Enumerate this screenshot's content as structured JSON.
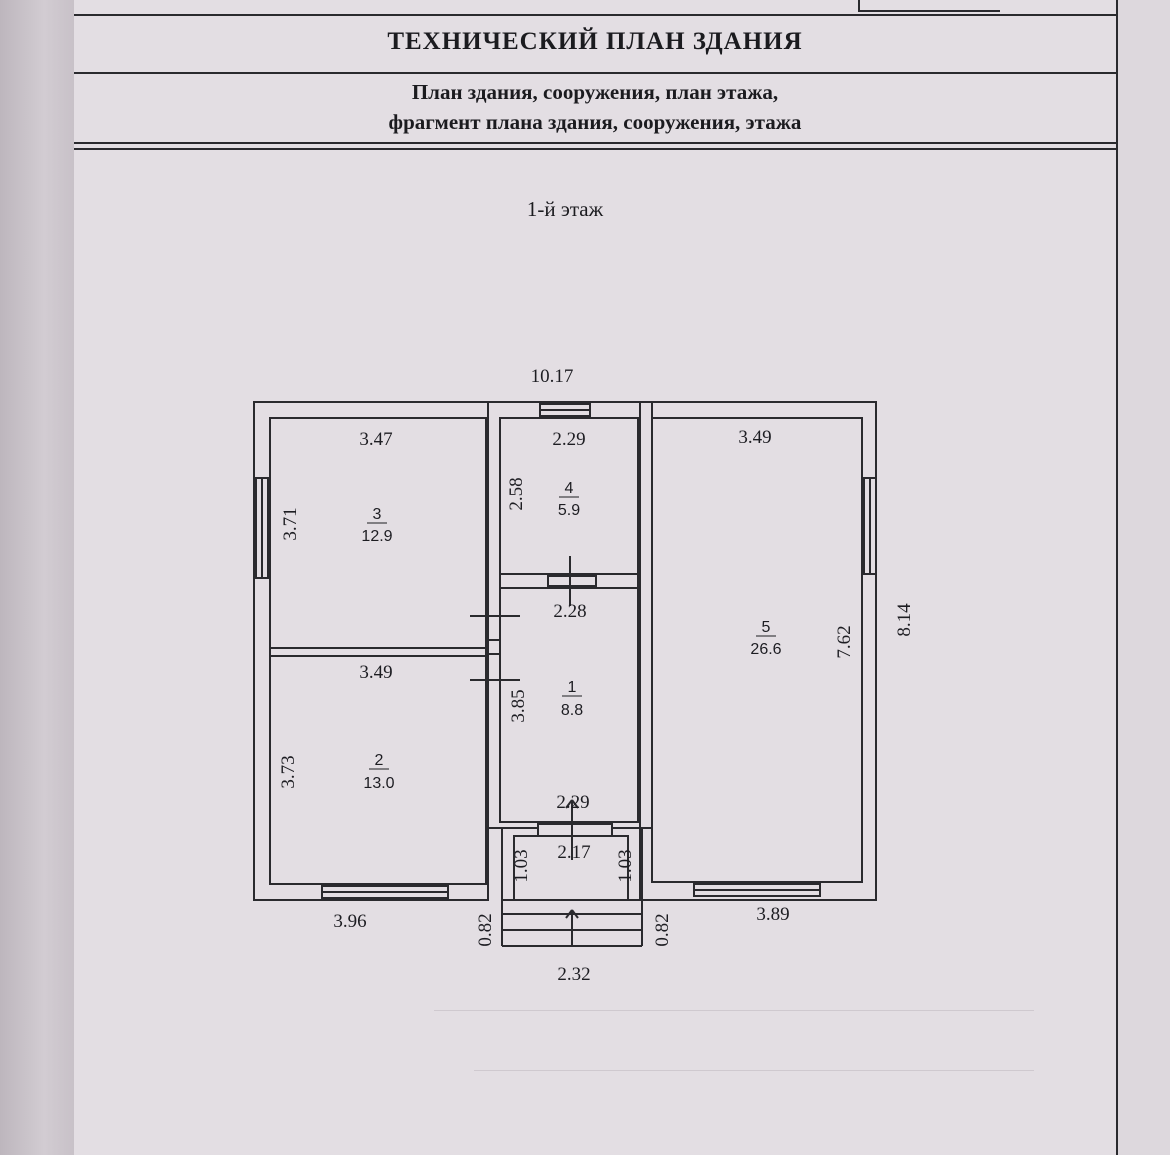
{
  "header": {
    "title": "ТЕХНИЧЕСКИЙ ПЛАН ЗДАНИЯ",
    "subtitle_line1": "План здания, сооружения, план этажа,",
    "subtitle_line2": "фрагмент плана здания, сооружения, этажа"
  },
  "plan": {
    "floor_label": "1-й этаж",
    "overall_width": "10.17",
    "overall_depth": "8.14",
    "rooms": [
      {
        "number": "1",
        "area": "8.8"
      },
      {
        "number": "2",
        "area": "13.0"
      },
      {
        "number": "3",
        "area": "12.9"
      },
      {
        "number": "4",
        "area": "5.9"
      },
      {
        "number": "5",
        "area": "26.6"
      }
    ],
    "dimensions": {
      "room3_width": "3.47",
      "room3_depth": "3.71",
      "room2_width": "3.49",
      "room2_depth": "3.73",
      "left_bottom": "3.96",
      "room4_width": "2.29",
      "room4_depth": "2.58",
      "hall_width_top": "2.28",
      "hall_depth": "3.85",
      "hall_width_bottom": "2.29",
      "porch_width": "2.17",
      "porch_left_depth": "1.03",
      "porch_right_depth": "1.03",
      "steps_left": "0.82",
      "steps_right": "0.82",
      "steps_width": "2.32",
      "room5_width": "3.49",
      "room5_depth": "7.62",
      "right_bottom": "3.89"
    }
  }
}
